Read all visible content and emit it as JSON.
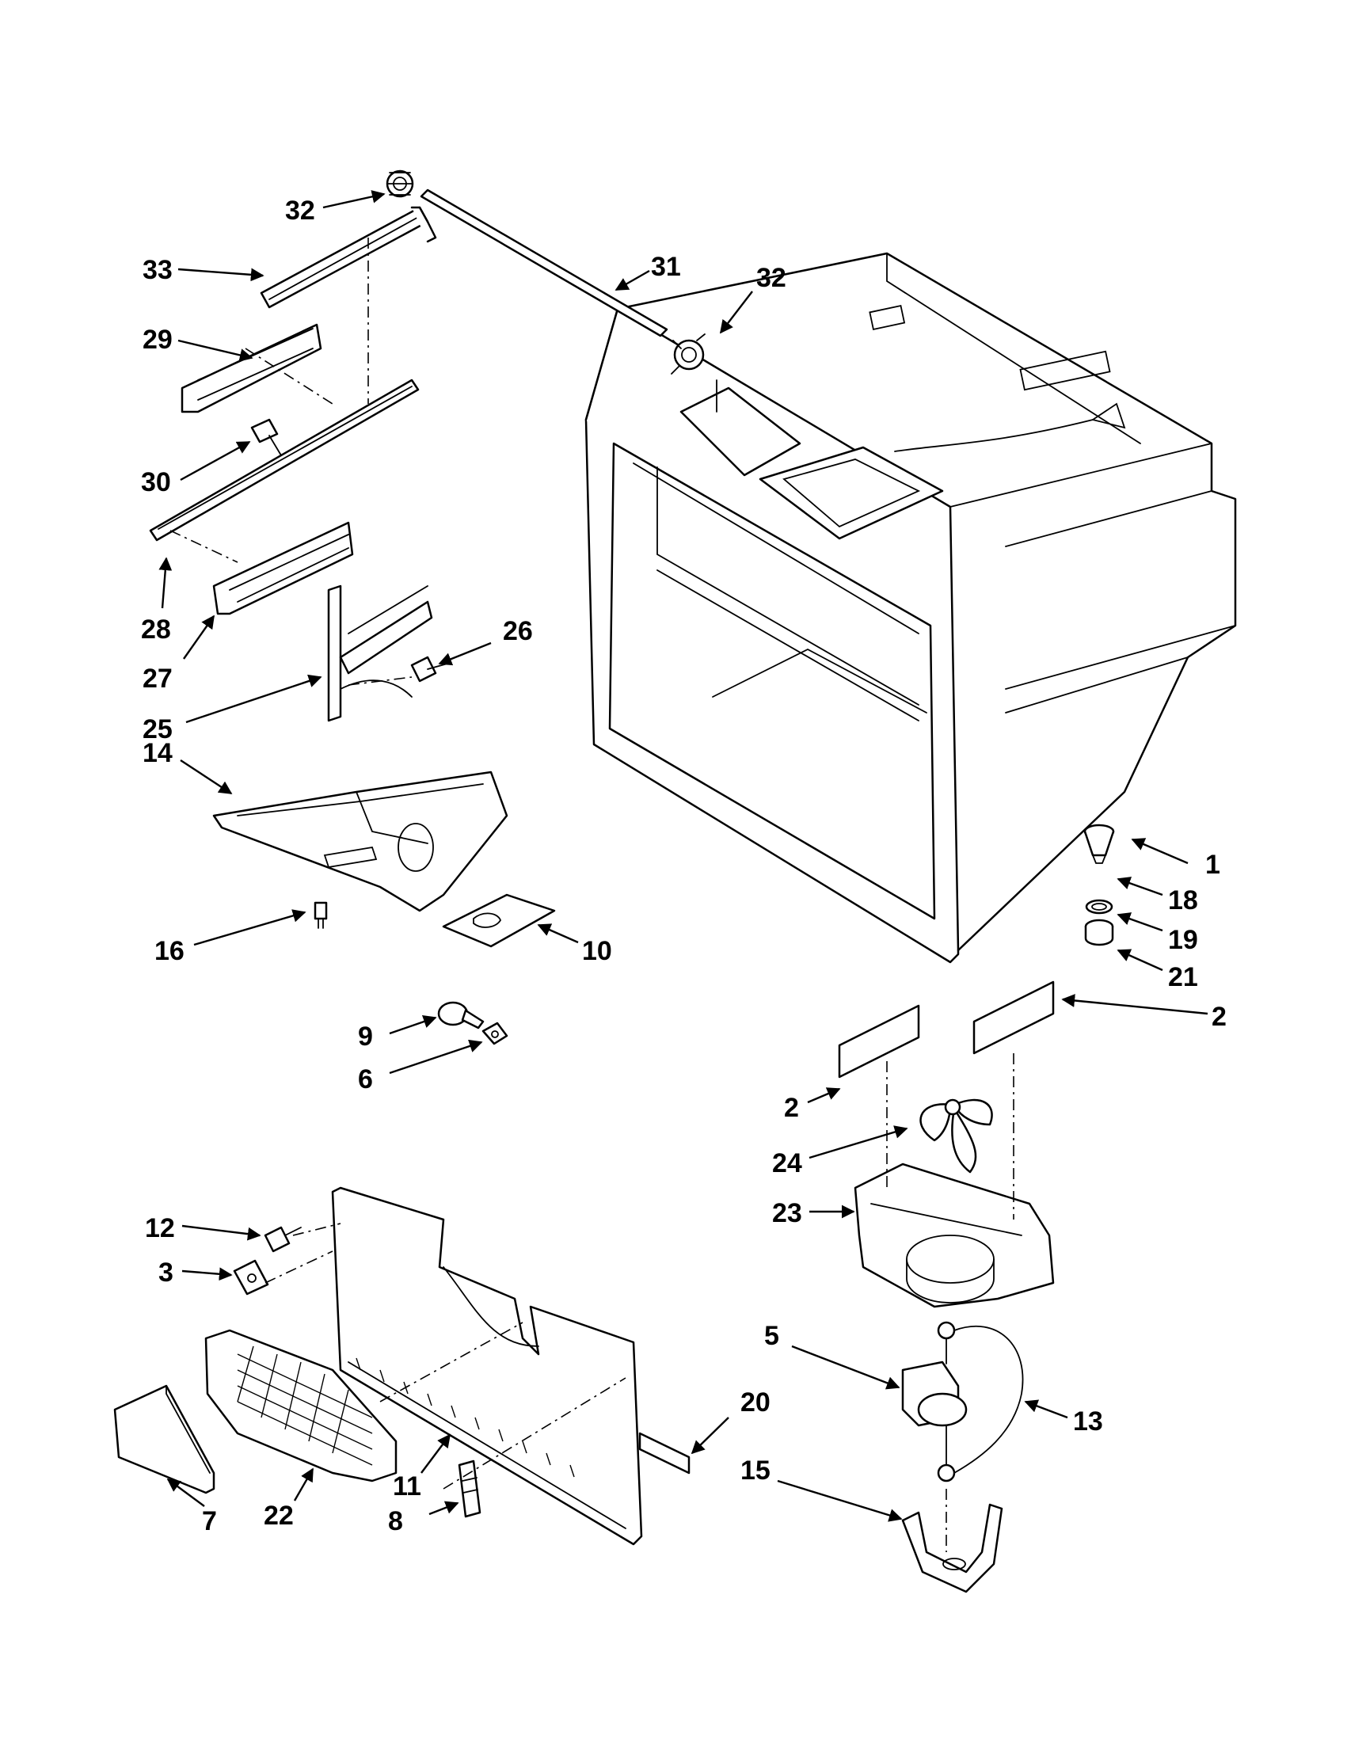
{
  "callouts": [
    {
      "id": "c32a",
      "label": "32"
    },
    {
      "id": "c31",
      "label": "31"
    },
    {
      "id": "c32b",
      "label": "32"
    },
    {
      "id": "c33",
      "label": "33"
    },
    {
      "id": "c29",
      "label": "29"
    },
    {
      "id": "c30",
      "label": "30"
    },
    {
      "id": "c28",
      "label": "28"
    },
    {
      "id": "c27",
      "label": "27"
    },
    {
      "id": "c26",
      "label": "26"
    },
    {
      "id": "c25",
      "label": "25"
    },
    {
      "id": "c14",
      "label": "14"
    },
    {
      "id": "c16",
      "label": "16"
    },
    {
      "id": "c10",
      "label": "10"
    },
    {
      "id": "c1",
      "label": "1"
    },
    {
      "id": "c18",
      "label": "18"
    },
    {
      "id": "c19",
      "label": "19"
    },
    {
      "id": "c21",
      "label": "21"
    },
    {
      "id": "c2a",
      "label": "2"
    },
    {
      "id": "c9",
      "label": "9"
    },
    {
      "id": "c6",
      "label": "6"
    },
    {
      "id": "c2b",
      "label": "2"
    },
    {
      "id": "c24",
      "label": "24"
    },
    {
      "id": "c23",
      "label": "23"
    },
    {
      "id": "c12",
      "label": "12"
    },
    {
      "id": "c3",
      "label": "3"
    },
    {
      "id": "c5",
      "label": "5"
    },
    {
      "id": "c13",
      "label": "13"
    },
    {
      "id": "c20",
      "label": "20"
    },
    {
      "id": "c15",
      "label": "15"
    },
    {
      "id": "c11",
      "label": "11"
    },
    {
      "id": "c7",
      "label": "7"
    },
    {
      "id": "c22",
      "label": "22"
    },
    {
      "id": "c8",
      "label": "8"
    }
  ]
}
